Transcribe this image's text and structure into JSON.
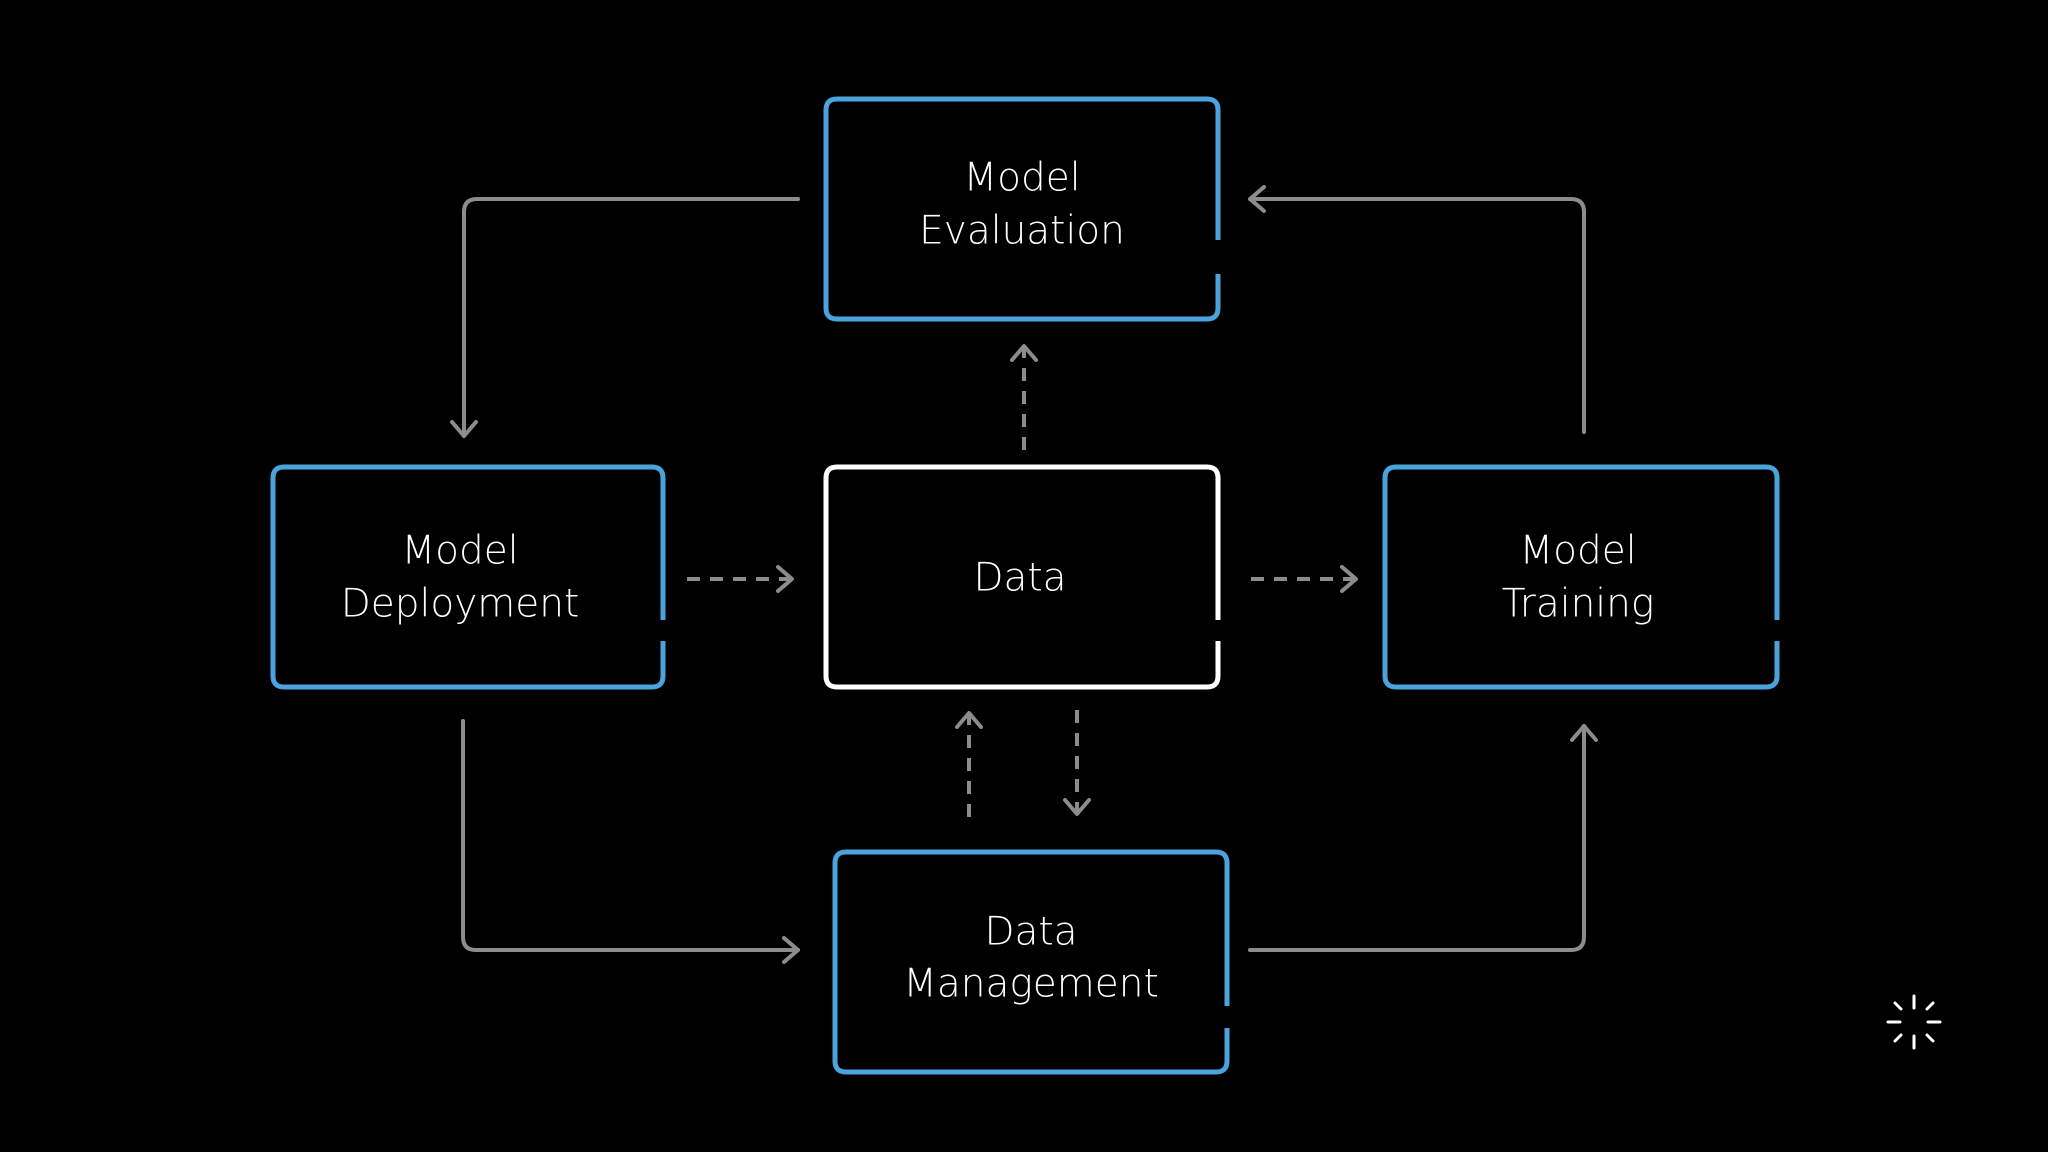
{
  "colors": {
    "background": "#000000",
    "node_border_blue": "#4aa3dc",
    "node_border_white": "#ffffff",
    "arrow_gray": "#8c8c8c",
    "text": "#ffffff"
  },
  "nodes": {
    "model_evaluation": {
      "line1": "Model",
      "line2": "Evaluation"
    },
    "model_deployment": {
      "line1": "Model",
      "line2": "Deployment"
    },
    "data": {
      "line1": "Data"
    },
    "model_training": {
      "line1": "Model",
      "line2": "Training"
    },
    "data_management": {
      "line1": "Data",
      "line2": "Management"
    }
  },
  "edges": [
    {
      "from": "Model Evaluation",
      "to": "Model Deployment",
      "style": "solid"
    },
    {
      "from": "Model Deployment",
      "to": "Data Management",
      "style": "solid"
    },
    {
      "from": "Data Management",
      "to": "Model Training",
      "style": "solid"
    },
    {
      "from": "Model Training",
      "to": "Model Evaluation",
      "style": "solid"
    },
    {
      "from": "Model Deployment",
      "to": "Data",
      "style": "dashed"
    },
    {
      "from": "Data",
      "to": "Model Training",
      "style": "dashed"
    },
    {
      "from": "Data",
      "to": "Model Evaluation",
      "style": "dashed"
    },
    {
      "from": "Data Management",
      "to": "Data",
      "style": "dashed"
    },
    {
      "from": "Data",
      "to": "Data Management",
      "style": "dashed"
    }
  ],
  "logo_icon": "loading-spinner-icon"
}
